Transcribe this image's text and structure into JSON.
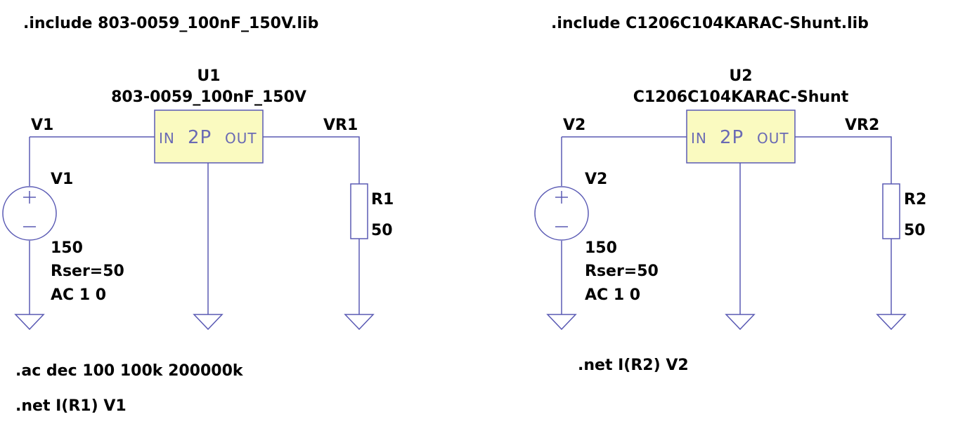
{
  "directives": {
    "include_left": ".include 803-0059_100nF_150V.lib",
    "include_right": ".include C1206C104KARAC-Shunt.lib",
    "ac": ".ac dec 100 100k 200000k",
    "net_left": ".net I(R1) V1",
    "net_right": ".net I(R2) V2"
  },
  "circuits": [
    {
      "part_ref": "U1",
      "part_name": "803-0059_100nF_150V",
      "pin_in": "IN",
      "pin_mid": "2P",
      "pin_out": "OUT",
      "net_in": "V1",
      "net_out": "VR1",
      "source_name": "V1",
      "source_value": "150",
      "source_rser": "Rser=50",
      "source_ac": "AC 1 0",
      "resistor_name": "R1",
      "resistor_value": "50"
    },
    {
      "part_ref": "U2",
      "part_name": "C1206C104KARAC-Shunt",
      "pin_in": "IN",
      "pin_mid": "2P",
      "pin_out": "OUT",
      "net_in": "V2",
      "net_out": "VR2",
      "source_name": "V2",
      "source_value": "150",
      "source_rser": "Rser=50",
      "source_ac": "AC 1 0",
      "resistor_name": "R2",
      "resistor_value": "50"
    }
  ],
  "colors": {
    "wire": "#5a5ab4",
    "component_fill": "#fafac0",
    "text": "#000000"
  }
}
